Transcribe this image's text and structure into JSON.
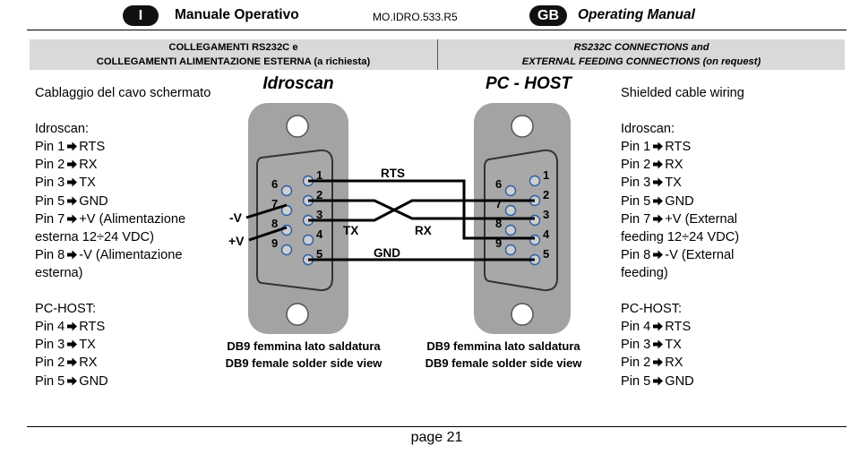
{
  "header": {
    "it_badge": "I",
    "it_title": "Manuale Operativo",
    "doc_code": "MO.IDRO.533.R5",
    "gb_badge": "GB",
    "gb_title": "Operating Manual"
  },
  "banner": {
    "it_line1": "COLLEGAMENTI RS232C e",
    "it_line2": "COLLEGAMENTI ALIMENTAZIONE ESTERNA (a richiesta)",
    "en_line1": "RS232C CONNECTIONS and",
    "en_line2": "EXTERNAL FEEDING CONNECTIONS (on request)"
  },
  "diagram": {
    "left_title": "Idroscan",
    "right_title": "PC - HOST",
    "left_caption_1": "DB9 femmina lato saldatura",
    "left_caption_2": "DB9 female solder side view",
    "right_caption_1": "DB9 femmina lato saldatura",
    "right_caption_2": "DB9 female solder side view",
    "left_pins_top": [
      "1",
      "2",
      "3",
      "4",
      "5"
    ],
    "left_pins_bottom": [
      "6",
      "7",
      "8",
      "9"
    ],
    "right_pins_top": [
      "1",
      "2",
      "3",
      "4",
      "5"
    ],
    "right_pins_bottom": [
      "6",
      "7",
      "8",
      "9"
    ],
    "label_minus_v": "-V",
    "label_plus_v": "+V",
    "label_rts": "RTS",
    "label_tx": "TX",
    "label_rx": "RX",
    "label_gnd": "GND"
  },
  "it_text": {
    "title": "Cablaggio del cavo schermato",
    "idroscan": "Idroscan:",
    "l1": "Pin 1",
    "l1b": "RTS",
    "l2": "Pin 2",
    "l2b": "RX",
    "l3": "Pin 3",
    "l3b": "TX",
    "l4": "Pin 5",
    "l4b": "GND",
    "l5": "Pin 7",
    "l5b": "+V (Alimentazione",
    "l5c": "esterna 12÷24 VDC)",
    "l6": "Pin 8",
    "l6b": "-V (Alimentazione",
    "l6c": "esterna)",
    "pchost": "PC-HOST:",
    "p1": "Pin 4",
    "p1b": "RTS",
    "p2": "Pin 3",
    "p2b": "TX",
    "p3": "Pin 2",
    "p3b": "RX",
    "p4": "Pin 5",
    "p4b": "GND"
  },
  "en_text": {
    "title": "Shielded cable wiring",
    "idroscan": "Idroscan:",
    "l1": "Pin 1",
    "l1b": "RTS",
    "l2": "Pin 2",
    "l2b": "RX",
    "l3": "Pin 3",
    "l3b": "TX",
    "l4": "Pin 5",
    "l4b": "GND",
    "l5": "Pin 7",
    "l5b": "+V (External",
    "l5c": "feeding 12÷24 VDC)",
    "l6": "Pin 8",
    "l6b": "-V (External",
    "l6c": "feeding)",
    "pchost": "PC-HOST:",
    "p1": "Pin 4",
    "p1b": "RTS",
    "p2": "Pin 3",
    "p2b": "TX",
    "p3": "Pin 2",
    "p3b": "RX",
    "p4": "Pin 5",
    "p4b": "GND"
  },
  "footer": {
    "page": "page 21"
  },
  "icons": {
    "arrow": "right-arrow-icon"
  }
}
